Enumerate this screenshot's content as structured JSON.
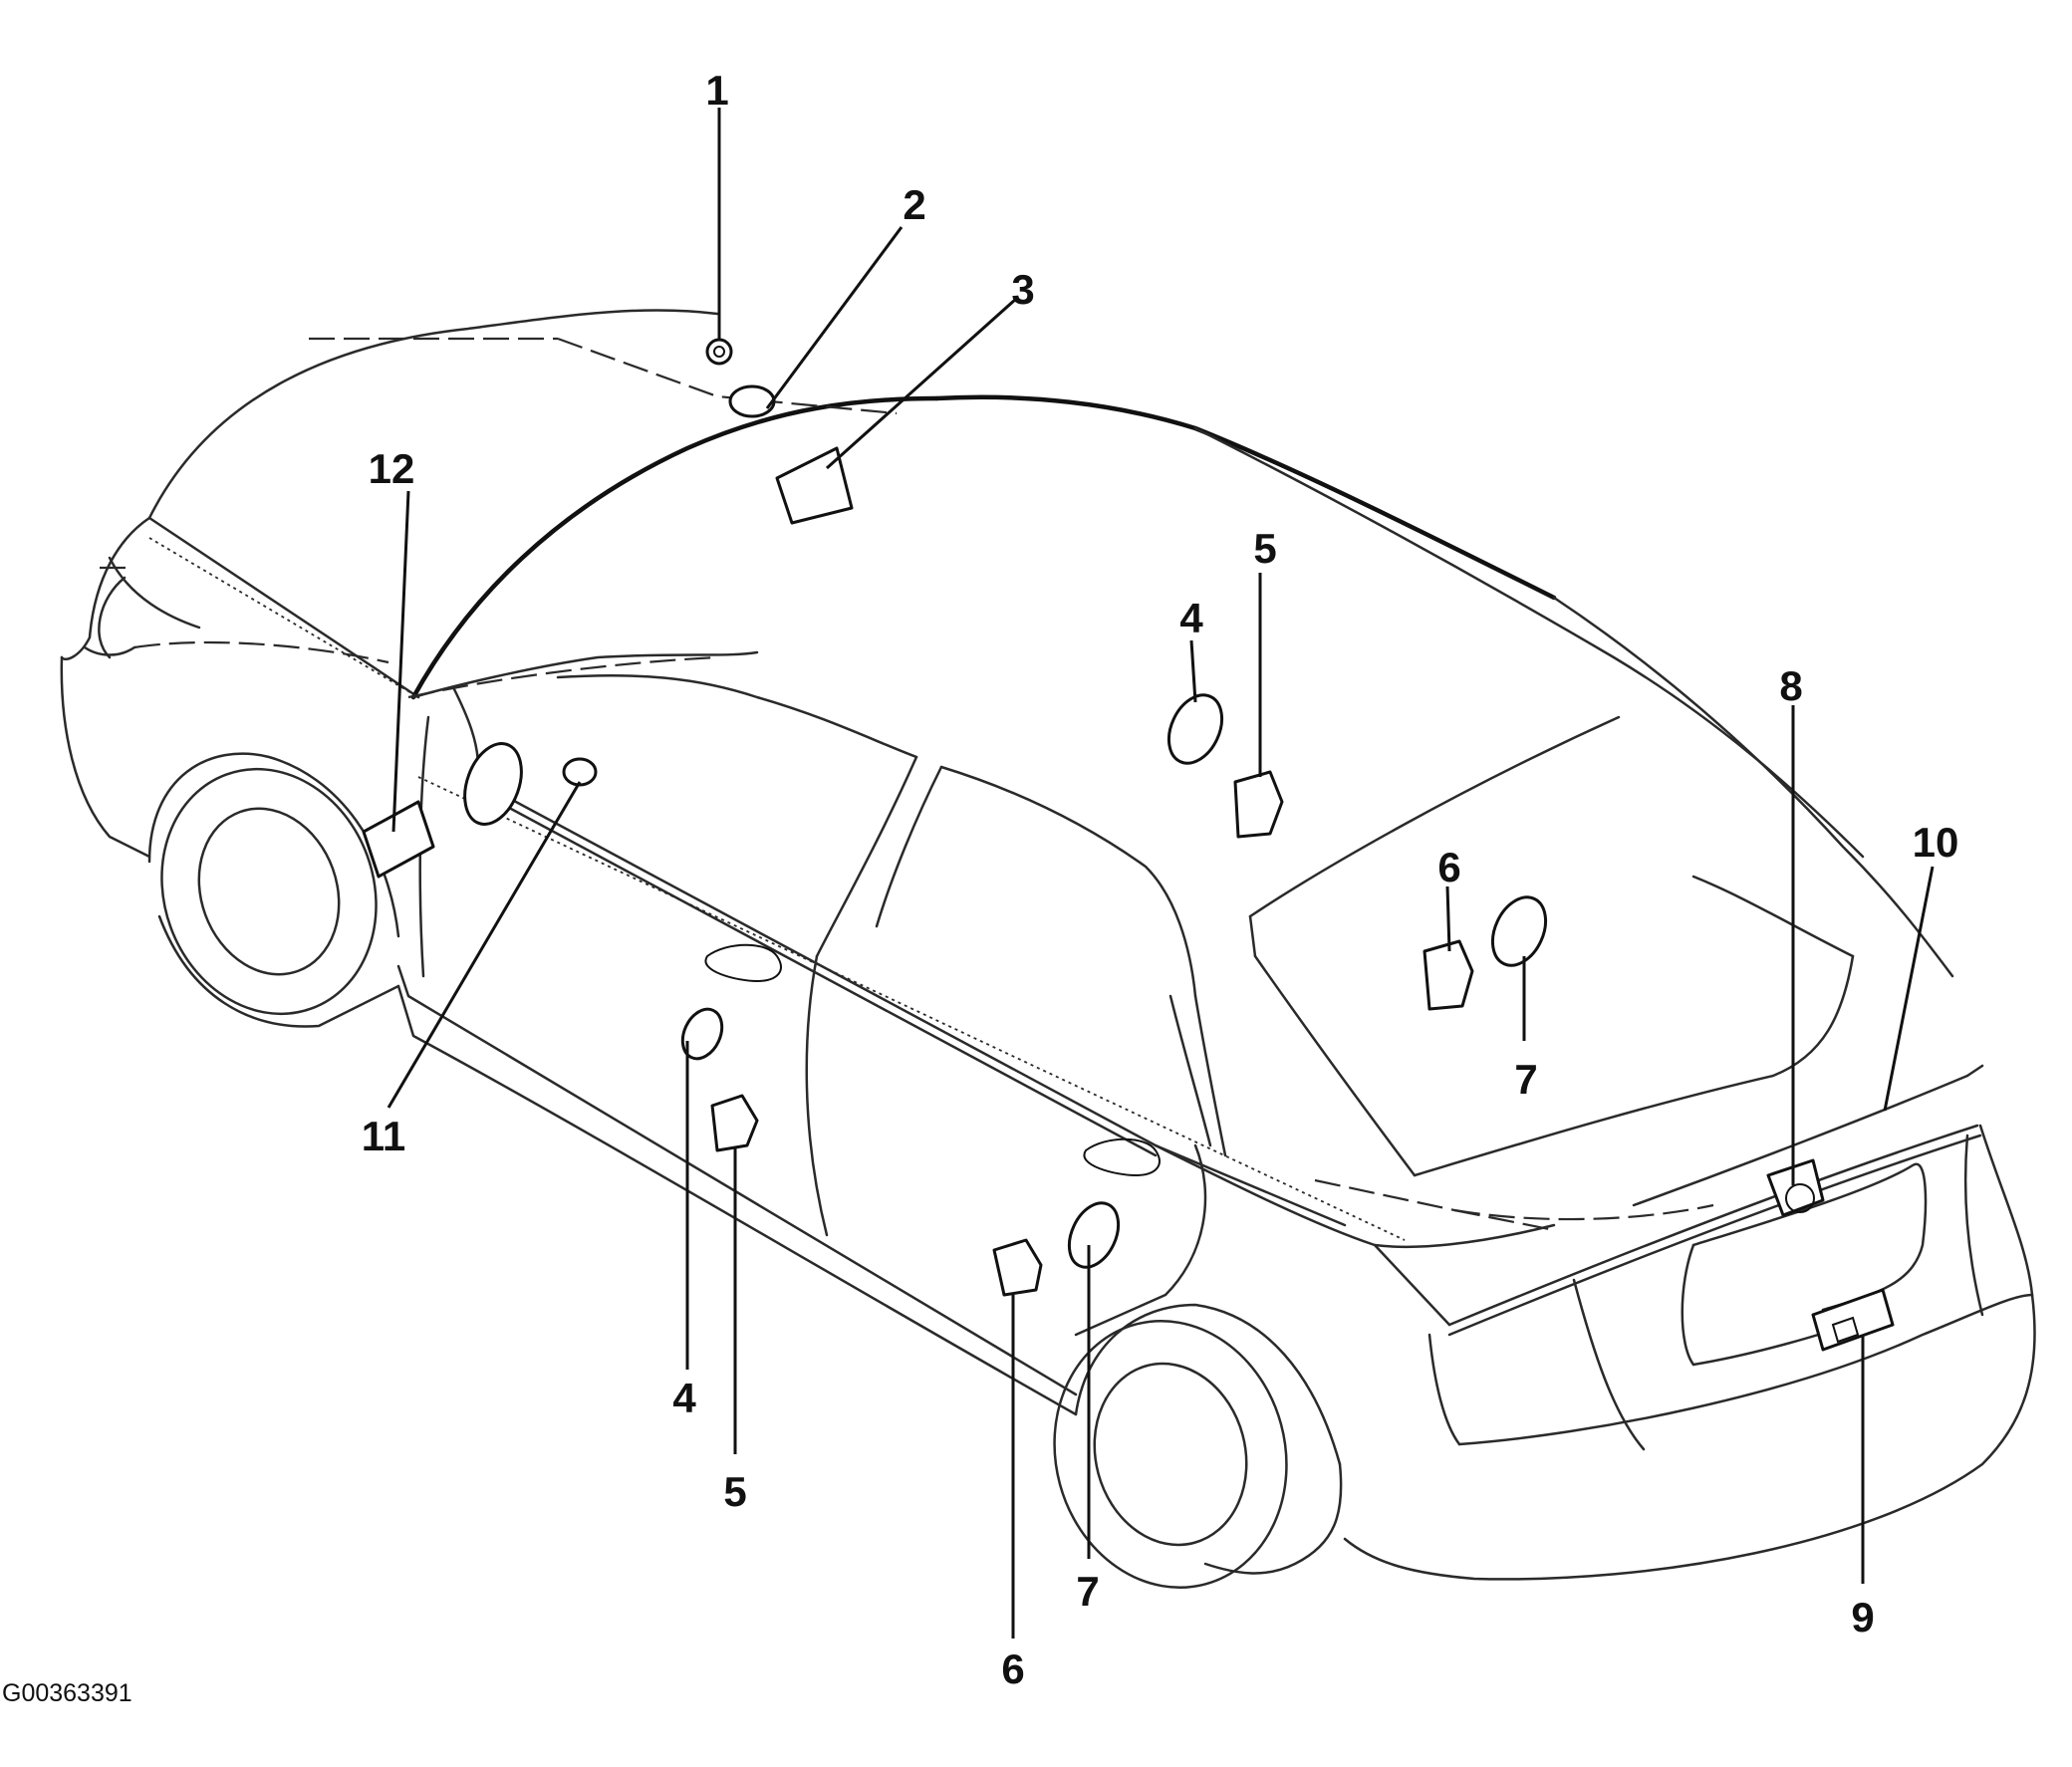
{
  "diagram": {
    "figure_id": "G00363391",
    "colors": {
      "line": "#111111",
      "background": "#ffffff"
    },
    "callouts": [
      {
        "key": "c1",
        "text": "1"
      },
      {
        "key": "c2",
        "text": "2"
      },
      {
        "key": "c3",
        "text": "3"
      },
      {
        "key": "c12",
        "text": "12"
      },
      {
        "key": "c4a",
        "text": "4"
      },
      {
        "key": "c5a",
        "text": "5"
      },
      {
        "key": "c8",
        "text": "8"
      },
      {
        "key": "c10",
        "text": "10"
      },
      {
        "key": "c6a",
        "text": "6"
      },
      {
        "key": "c7a",
        "text": "7"
      },
      {
        "key": "c11",
        "text": "11"
      },
      {
        "key": "c4b",
        "text": "4"
      },
      {
        "key": "c5b",
        "text": "5"
      },
      {
        "key": "c6b",
        "text": "6"
      },
      {
        "key": "c7b",
        "text": "7"
      },
      {
        "key": "c9",
        "text": "9"
      }
    ]
  }
}
